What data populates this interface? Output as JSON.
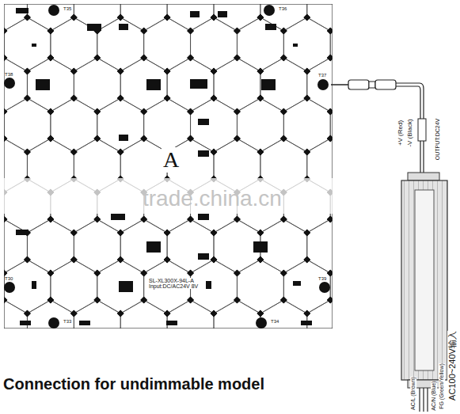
{
  "diagram": {
    "caption": "Connection for undimmable model",
    "nodes": [
      {
        "text": [
          "A",
          "SL-XL300X-94L-A Input:DC/AC24V 8V"
        ]
      }
    ],
    "labels": [
      "T35",
      "T36",
      "T38",
      "T37",
      "T30",
      "T33",
      "T34",
      "T39",
      "+V (Red)",
      "-V (Black)",
      "OUTPUT:DC24V",
      "AC/L (Brown)",
      "AC/N (Blue)",
      "FG (Green/Yellow)",
      "AC100~240V输入",
      "trade.china.cn"
    ]
  }
}
